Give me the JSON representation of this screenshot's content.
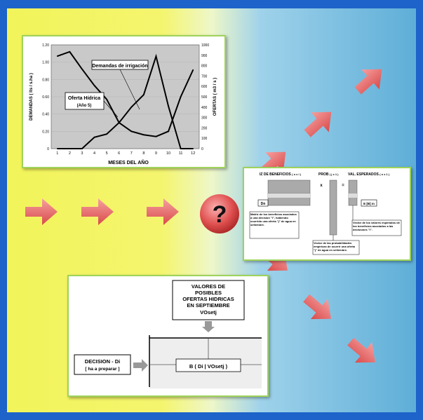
{
  "chart_data": {
    "type": "line",
    "x": [
      1,
      2,
      3,
      4,
      5,
      6,
      7,
      8,
      9,
      10,
      11,
      12
    ],
    "xlabel": "MESES DEL AÑO",
    "ylabel_left": "DEMANDAS ( lts / s.ha )",
    "ylabel_right": "OFERTAS ( m3 / s )",
    "ylim_left": [
      0,
      1.2
    ],
    "ylim_right": [
      0,
      1000
    ],
    "left_ticks": [
      "0",
      "0.20",
      "0.40",
      "0.60",
      "0.80",
      "1.00",
      "1.20"
    ],
    "right_ticks": [
      "0",
      "100",
      "200",
      "300",
      "400",
      "500",
      "600",
      "700",
      "800",
      "900",
      "1000"
    ],
    "series": [
      {
        "name": "Demandas de irrigación",
        "axis": "left",
        "values": [
          1.07,
          1.12,
          0.92,
          0.73,
          0.57,
          0.3,
          0.2,
          0.16,
          0.14,
          0.2,
          0.6,
          0.91
        ]
      },
      {
        "name": "Oferta Hídrica (Año 5)",
        "axis": "right",
        "values": [
          0,
          0,
          0,
          110,
          140,
          250,
          400,
          520,
          890,
          410,
          0,
          0
        ]
      }
    ],
    "annotations": [
      "Demandas de irrigación",
      "Oferta Hídrica",
      "(Año 5)"
    ]
  },
  "matrix_panel": {
    "header_left": "IZ DE BENEFICIOS",
    "header_left_sub": "( n x i )",
    "header_mid": "PROB",
    "header_mid_sub": "( j x 1 )",
    "header_right": "VAL. ESPERADOS",
    "header_right_sub": "( n x 1 )",
    "times1": "x",
    "times2": "=",
    "d_label": "Dn",
    "e_label": "E [B] m",
    "note_matrix": "Matriz de los beneficios asociados a una decision \"i\", habiendo ocurrido una oferta \"j\" de agua en setiembre.",
    "note_prob": "Vector de las probabilidades empíricas de ocurrir una oferta \"j\" de agua en setiembre.",
    "note_expected": "Vector de los valores esperados de los beneficios asociados a las decisiones \"i\"."
  },
  "center": {
    "question": "?"
  },
  "decision_panel": {
    "supply_line1": "VALORES DE",
    "supply_line2": "POSIBLES",
    "supply_line3": "OFERTAS HIDRICAS",
    "supply_line4": "EN SEPTIEMBRE",
    "supply_line5": "VOsetj",
    "decision_line1": "DECISION - Di",
    "decision_line2": "[ ha a preparar ]",
    "benefit_label": "B ( Di | VOsetj )"
  },
  "colors": {
    "arrow": "#e86a6a",
    "question": "#e05050",
    "panel_border": "#9ed35a",
    "frame": "#1d63c9"
  }
}
